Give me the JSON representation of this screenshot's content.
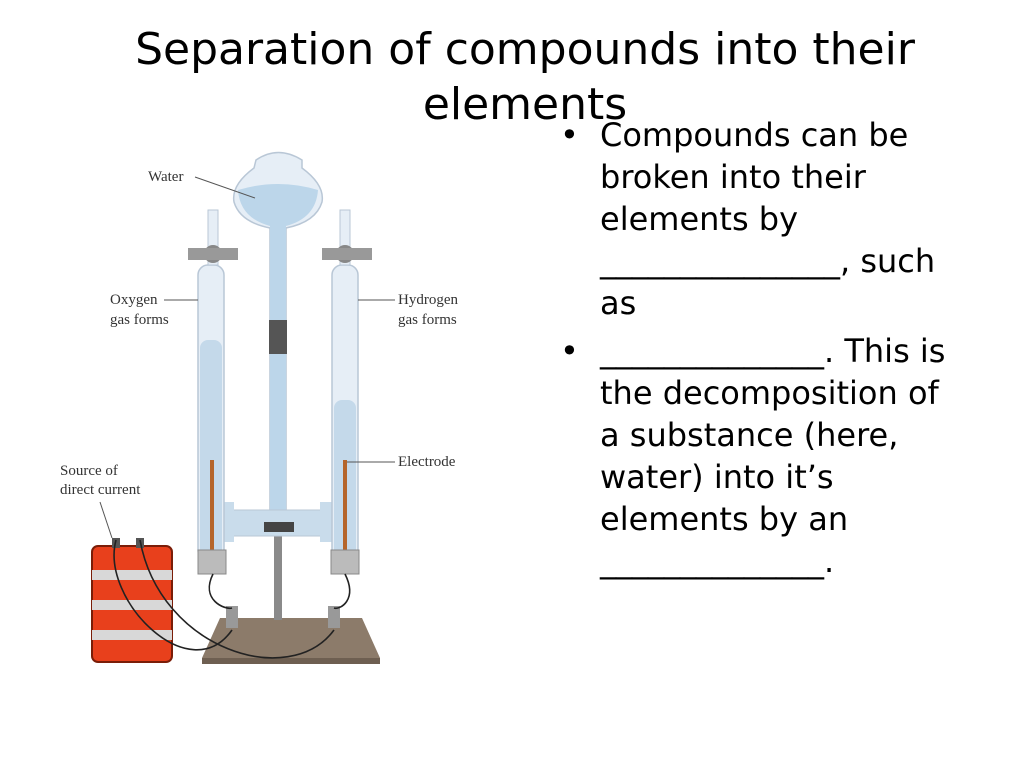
{
  "slide": {
    "title": "Separation of compounds into their elements",
    "bullets": [
      {
        "marker": "•",
        "text": "Compounds can be broken into their elements by _______________, such as"
      },
      {
        "marker": "•",
        "text": "______________. This is the decomposition of a substance (here, water) into it’s elements by an ______________."
      }
    ]
  },
  "figure": {
    "labels": {
      "water": "Water",
      "oxygen_line1": "Oxygen",
      "oxygen_line2": "gas forms",
      "hydrogen_line1": "Hydrogen",
      "hydrogen_line2": "gas forms",
      "electrode": "Electrode",
      "source_line1": "Source of",
      "source_line2": "direct current"
    },
    "colors": {
      "glass": "#dfeaf4",
      "water": "#bcd6ea",
      "battery": "#e8401c",
      "base": "#8c7b6a",
      "wire": "#222222",
      "electrode": "#b5652b"
    }
  }
}
